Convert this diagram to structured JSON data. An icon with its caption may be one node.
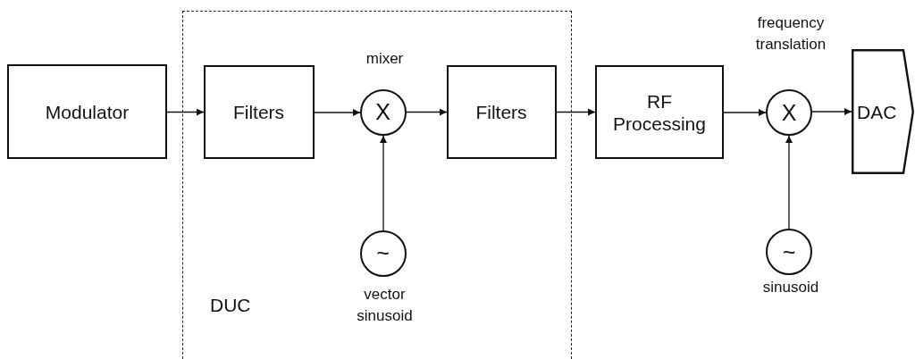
{
  "diagram": {
    "nodes": [
      {
        "text": [
          "Modulator"
        ]
      },
      {
        "text": [
          "DUC"
        ]
      },
      {
        "text": [
          "Filters"
        ],
        "in": 1
      },
      {
        "text": [
          "X"
        ],
        "beside": [
          "mixer"
        ],
        "in": 1
      },
      {
        "text": [
          "Filters"
        ],
        "in": 1
      },
      {
        "text": [
          "~"
        ],
        "beside": [
          "vector sinusoid"
        ],
        "in": 1
      },
      {
        "text": [
          "RF Processing"
        ]
      },
      {
        "text": [
          "X"
        ],
        "beside": [
          "frequency translation"
        ]
      },
      {
        "text": [
          "~"
        ],
        "beside": [
          "sinusoid"
        ]
      },
      {
        "text": [
          "DAC"
        ]
      }
    ],
    "edges": [
      {
        "from": 0,
        "to": 2,
        "arrow": "to"
      },
      {
        "from": 2,
        "to": 3,
        "arrow": "to"
      },
      {
        "from": 3,
        "to": 4,
        "arrow": "to"
      },
      {
        "from": 5,
        "to": 3,
        "arrow": "to"
      },
      {
        "from": 4,
        "to": 6,
        "arrow": "to"
      },
      {
        "from": 6,
        "to": 7,
        "arrow": "to"
      },
      {
        "from": 8,
        "to": 7,
        "arrow": "to"
      },
      {
        "from": 7,
        "to": 9,
        "arrow": "to"
      }
    ]
  }
}
